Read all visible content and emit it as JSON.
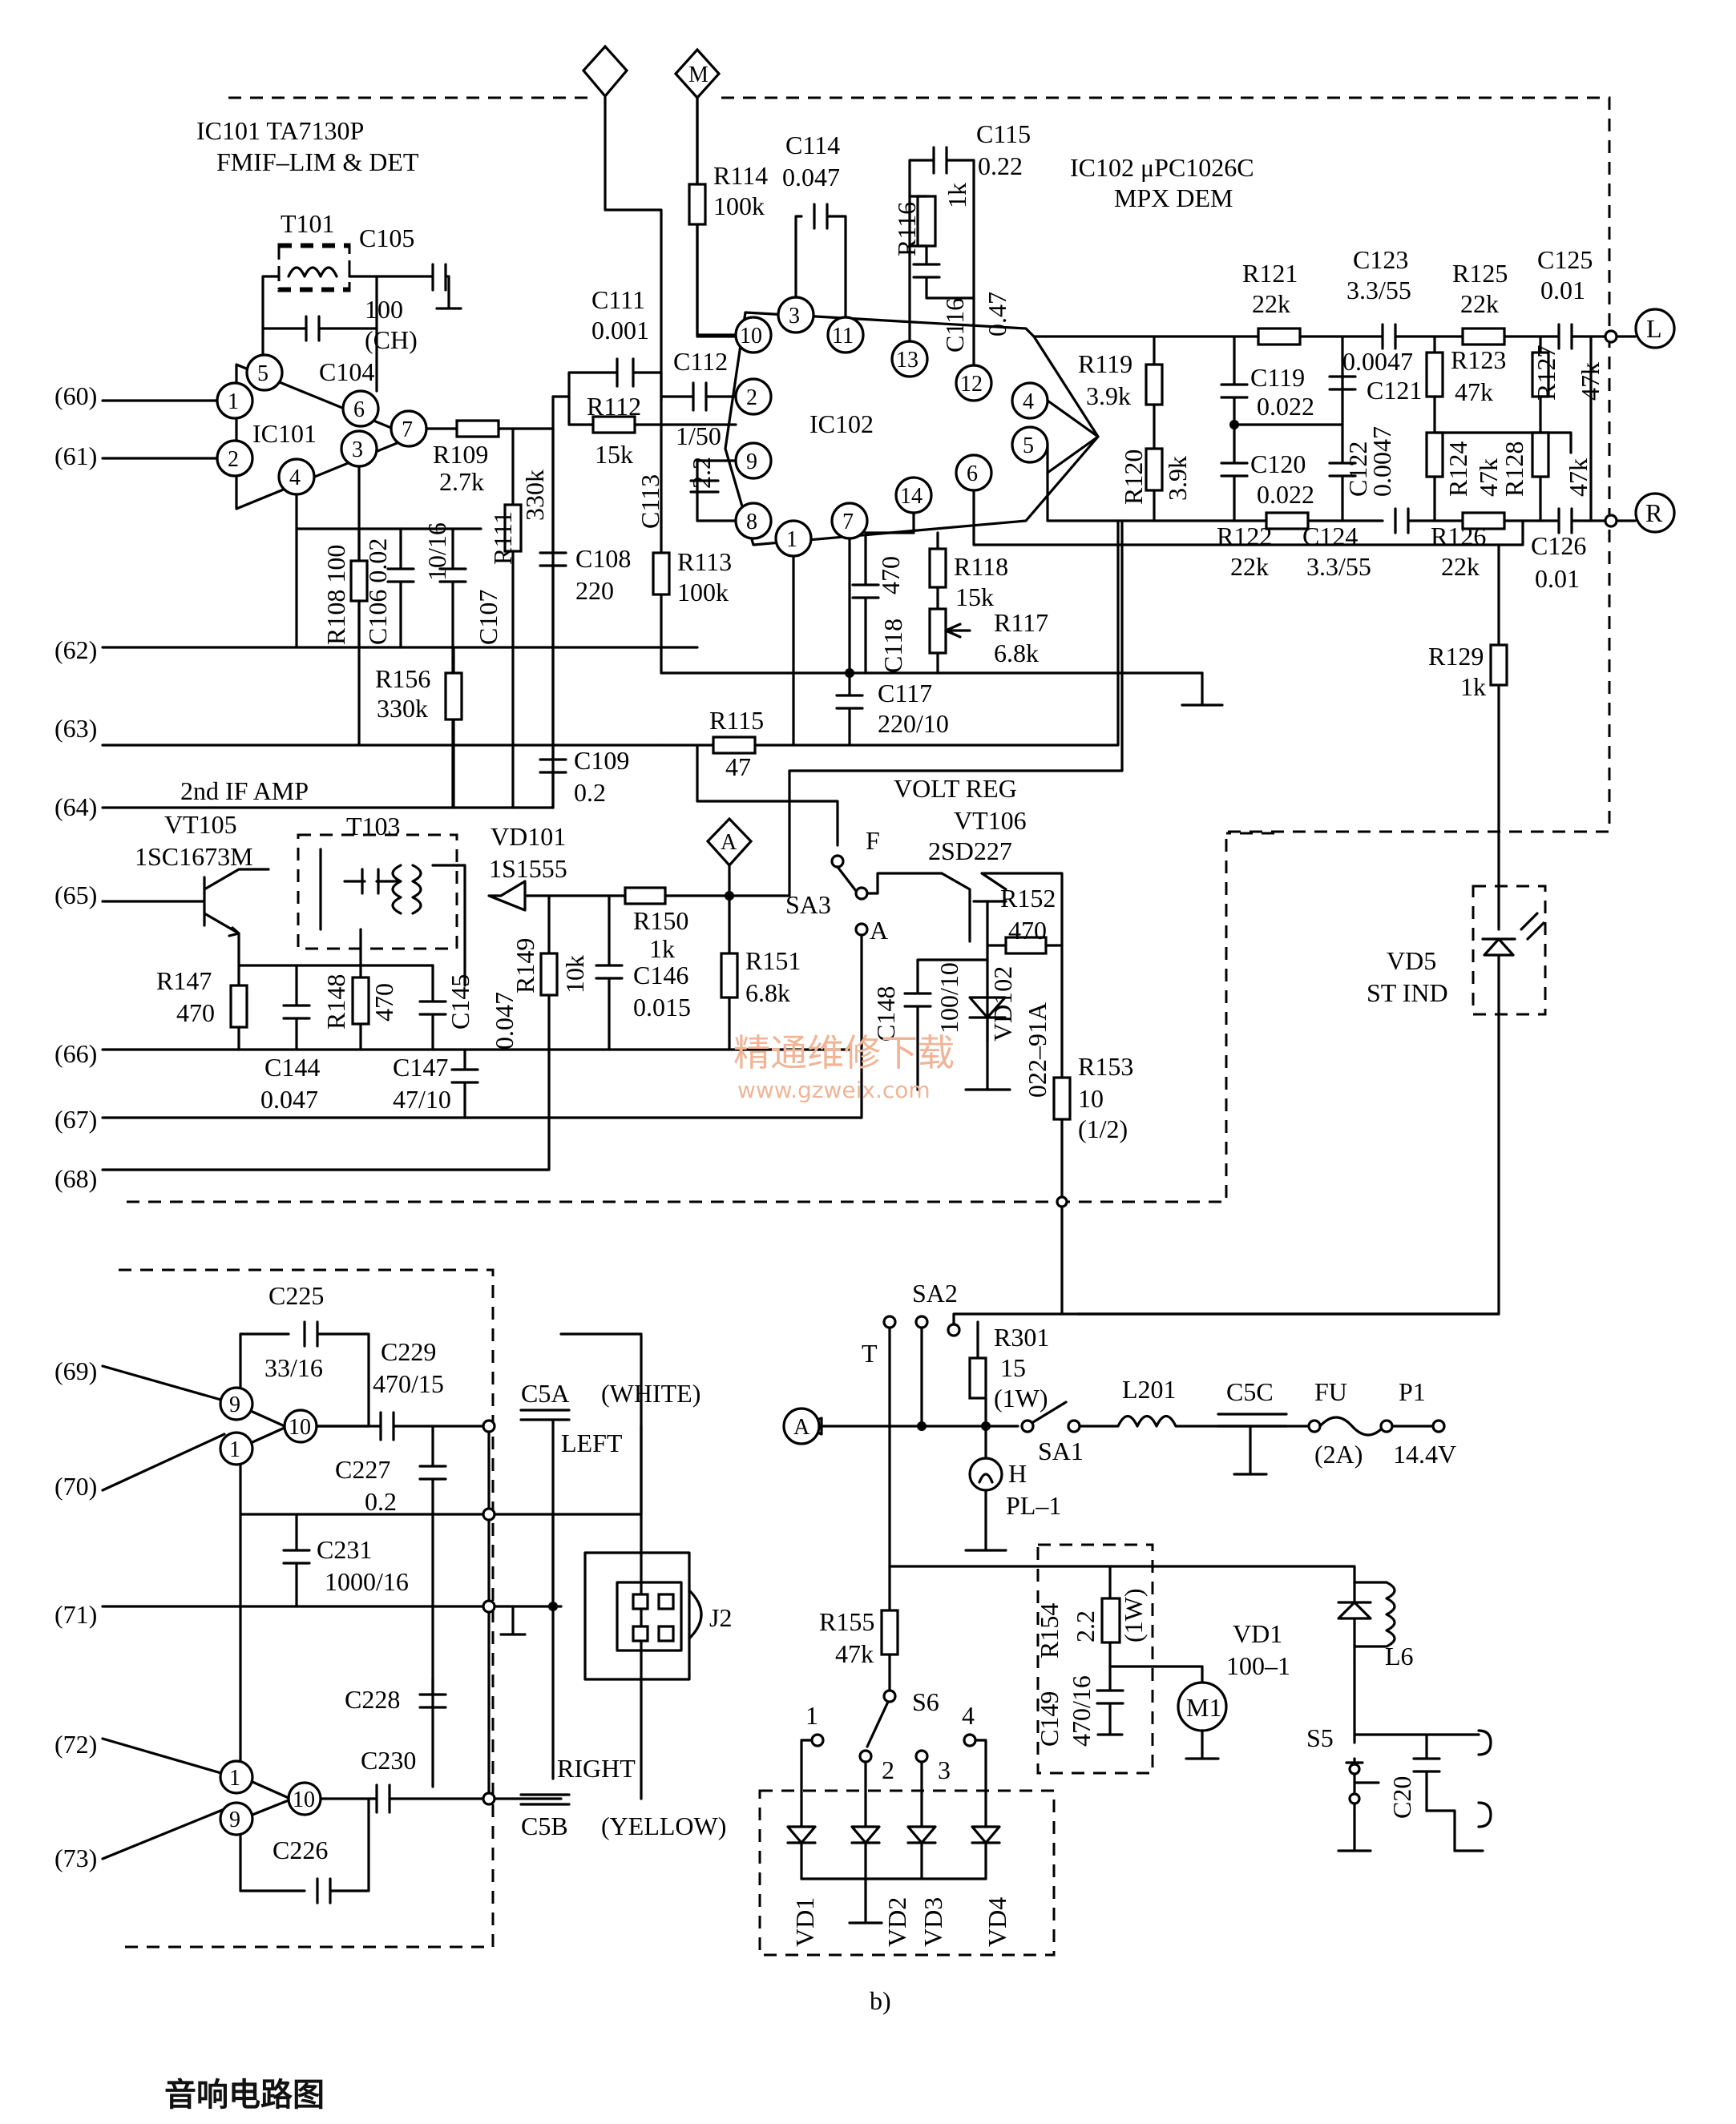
{
  "header": {
    "ic101": "IC101 TA7130P",
    "ic101_func": "FMIF–LIM & DET",
    "ic102": "IC102  μPC1026C",
    "ic102_func": "MPX DEM"
  },
  "terminals_in": {
    "t60": "(60)",
    "t61": "(61)",
    "t62": "(62)",
    "t63": "(63)",
    "t64": "(64)",
    "t65": "(65)",
    "t66": "(66)",
    "t67": "(67)",
    "t68": "(68)",
    "t69": "(69)",
    "t70": "(70)",
    "t71": "(71)",
    "t72": "(72)",
    "t73": "(73)"
  },
  "top_markers": {
    "diamond_m": "M"
  },
  "outputs": {
    "left": "L",
    "right": "R"
  },
  "ic101": {
    "name": "IC101",
    "pins": [
      "1",
      "2",
      "3",
      "4",
      "5",
      "6",
      "7"
    ]
  },
  "ic102": {
    "name": "IC102",
    "pins": [
      "1",
      "2",
      "3",
      "4",
      "5",
      "6",
      "7",
      "8",
      "9",
      "10",
      "11",
      "12",
      "13",
      "14"
    ]
  },
  "components": {
    "T101": "T101",
    "C105": "C105",
    "C105_v": "100",
    "C105_v2": "(CH)",
    "C104": "C104",
    "R109": "R109",
    "R109_v": "2.7k",
    "R108": "R108 100",
    "C106": "C106 0.02",
    "C107": "C107",
    "C107_v": "10/16",
    "R111": "R111",
    "R111_v": "330k",
    "C108": "C108",
    "C108_v": "220",
    "R156": "R156",
    "R156_v": "330k",
    "C109": "C109",
    "C109_v": "0.2",
    "C111": "C111",
    "C111_v": "0.001",
    "R112": "R112",
    "R112_v": "15k",
    "C112": "C112",
    "C112_v": "1/50",
    "C113": "C113",
    "C113_v": "2.2",
    "R113": "R113",
    "R113_v": "100k",
    "R114": "R114",
    "R114_v": "100k",
    "C114": "C114",
    "C114_v": "0.047",
    "C115": "C115",
    "C115_v": "0.22",
    "R116": "R116",
    "R116_v": "1k",
    "C116": "C116",
    "C116_v": "0.47",
    "C118": "C118",
    "C118_v": "470",
    "R118": "R118",
    "R118_v": "15k",
    "R117": "R117",
    "R117_v": "6.8k",
    "C117": "C117",
    "C117_v": "220/10",
    "R115": "R115",
    "R115_v": "47",
    "R119": "R119",
    "R119_v": "3.9k",
    "R120": "R120",
    "R120_v": "3.9k",
    "R121": "R121",
    "R121_v": "22k",
    "C123": "C123",
    "C123_v": "3.3/55",
    "R125": "R125",
    "R125_v": "22k",
    "C125": "C125",
    "C125_v": "0.01",
    "C119": "C119",
    "C119_v": "0.022",
    "C122": "C122",
    "C122_v": "0.0047",
    "C121": "C121",
    "C121_v": "0.0047",
    "C120": "C120",
    "C120_v": "0.022",
    "R123": "R123",
    "R123_v": "47k",
    "R127": "R127",
    "R127_v": "47k",
    "R124": "R124",
    "R124_v": "47k",
    "R128": "R128",
    "R128_v": "47k",
    "R122": "R122",
    "R122_v": "22k",
    "C124": "C124",
    "C124_v": "3.3/55",
    "R126": "R126",
    "R126_v": "22k",
    "C126": "C126",
    "C126_v": "0.01",
    "R129": "R129",
    "R129_v": "1k",
    "VD5": "VD5",
    "VD5_v": "ST IND",
    "amp_label": "2nd IF AMP",
    "VT105": "VT105",
    "VT105_v": "1SC1673M",
    "T103": "T103",
    "VD101": "VD101",
    "VD101_v": "1S1555",
    "R150": "R150",
    "R150_v": "1k",
    "R151": "R151",
    "R151_v": "6.8k",
    "R147": "R147",
    "R147_v": "470",
    "R148": "R148",
    "R148_v": "470",
    "C145": "C145",
    "C145_v": "0.047",
    "R149": "R149",
    "R149_v": "10k",
    "C146": "C146",
    "C146_v": "0.015",
    "C144": "C144",
    "C144_v": "0.047",
    "C147": "C147",
    "C147_v": "47/10",
    "SA3": "SA3",
    "SA3_F": "F",
    "SA3_A": "A",
    "volt_reg": "VOLT REG",
    "VT106": "VT106",
    "VT106_v": "2SD227",
    "R152": "R152",
    "R152_v": "470",
    "C148": "C148",
    "C148_v": "100/10",
    "VD102": "VD102",
    "VD102_v": "022–91A",
    "R153": "R153",
    "R153_v": "10",
    "R153_v2": "(1/2)",
    "C225": "C225",
    "C225_v": "33/16",
    "C229": "C229",
    "C229_v": "470/15",
    "C227": "C227",
    "C227_v": "0.2",
    "C231": "C231",
    "C231_v": "1000/16",
    "C228": "C228",
    "C230": "C230",
    "C226": "C226",
    "C5A": "C5A",
    "C5A_color": "(WHITE)",
    "left": "LEFT",
    "C5B": "C5B",
    "C5B_color": "(YELLOW)",
    "right": "RIGHT",
    "J2": "J2",
    "pin9a": "9",
    "pin1a": "1",
    "pin10a": "10",
    "pin1b": "1",
    "pin9b": "9",
    "pin10b": "10",
    "SA2": "SA2",
    "SA2_T": "T",
    "R301": "R301",
    "R301_v": "15",
    "R301_v2": "(1W)",
    "SA1": "SA1",
    "L201": "L201",
    "C5C": "C5C",
    "FU": "FU",
    "FU_v": "(2A)",
    "P1": "P1",
    "P1_v": "14.4V",
    "H": "H",
    "PL": "PL–1",
    "R155": "R155",
    "R155_v": "47k",
    "S6": "S6",
    "S6_1": "1",
    "S6_2": "2",
    "S6_3": "3",
    "S6_4": "4",
    "VD1a": "VD1",
    "VD2": "VD2",
    "VD3": "VD3",
    "VD4": "VD4",
    "R154": "R154",
    "R154_v": "2.2",
    "R154_v2": "(1W)",
    "C149": "C149",
    "C149_v": "470/16",
    "M1": "M1",
    "VD1b": "VD1",
    "VD1b_v": "100–1",
    "L6": "L6",
    "S5": "S5",
    "C20": "C20"
  },
  "figure_label": "b)",
  "caption": "音响电路图",
  "watermark": {
    "cn": "精通维修下载",
    "url": "www.gzweix.com",
    "color": "#f1b496"
  }
}
